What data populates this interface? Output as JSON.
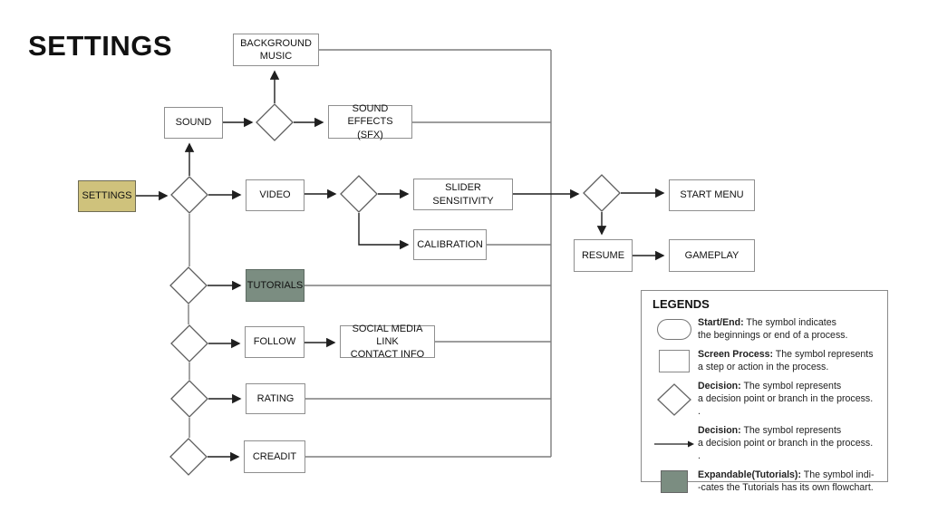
{
  "page_title": "SETTINGS",
  "colors": {
    "highlight_fill": "#cfc27c",
    "expandable_fill": "#7b8d81",
    "box_border": "#8f8f8f",
    "connector": "#7d7d7d",
    "arrow": "#1f1f1f"
  },
  "nodes": {
    "settings": {
      "label": "SETTINGS",
      "type": "highlight"
    },
    "sound": {
      "label": "SOUND",
      "type": "process"
    },
    "background_music": {
      "label": "BACKGROUND\nMUSIC",
      "type": "process"
    },
    "sound_effects": {
      "label": "SOUND EFFECTS\n(SFX)",
      "type": "process"
    },
    "video": {
      "label": "VIDEO",
      "type": "process"
    },
    "slider_sensitivity": {
      "label": "SLIDER SENSITIVITY",
      "type": "process"
    },
    "calibration": {
      "label": "CALIBRATION",
      "type": "process"
    },
    "start_menu": {
      "label": "START MENU",
      "type": "process"
    },
    "resume": {
      "label": "RESUME",
      "type": "process"
    },
    "gameplay": {
      "label": "GAMEPLAY",
      "type": "process"
    },
    "tutorials": {
      "label": "TUTORIALS",
      "type": "expandable"
    },
    "follow": {
      "label": "FOLLOW",
      "type": "process"
    },
    "social_media": {
      "label": "SOCIAL MEDIA LINK\nCONTACT INFO",
      "type": "process"
    },
    "rating": {
      "label": "RATING",
      "type": "process"
    },
    "creadit": {
      "label": "CREADIT",
      "type": "process"
    }
  },
  "legend": {
    "title": "LEGENDS",
    "items": [
      {
        "symbol": "start-end-stadium",
        "term": "Start/End:",
        "desc": " The symbol indicates\nthe beginnings or end of a process."
      },
      {
        "symbol": "screen-process-rect",
        "term": "Screen Process:",
        "desc": " The symbol represents\na step or action in the process."
      },
      {
        "symbol": "decision-diamond",
        "term": "Decision:",
        "desc": " The symbol represents\na decision point or branch in the process. ."
      },
      {
        "symbol": "flow-arrow",
        "term": "Decision:",
        "desc": " The symbol represents\na decision point or branch in the process. ."
      },
      {
        "symbol": "expandable-square",
        "term": "Expandable(Tutorials):",
        "desc": " The symbol indi-\n-cates the Tutorials has its own flowchart."
      }
    ]
  }
}
